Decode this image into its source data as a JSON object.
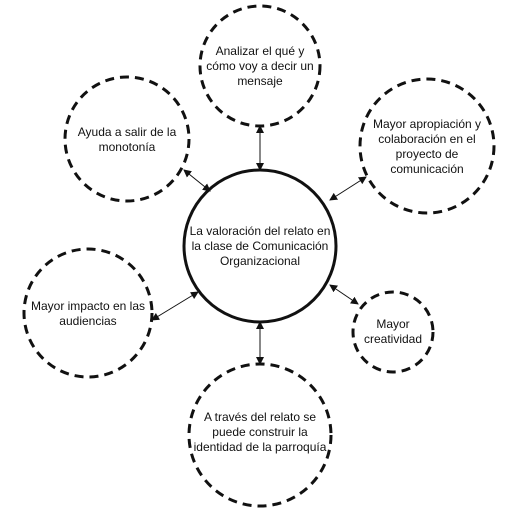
{
  "center": {
    "text": "La valoración del relato en\nla clase de Comunicación\nOrganizacional"
  },
  "nodes": [
    {
      "id": "top",
      "text": "Analizar el qué y\ncómo voy a decir un\nmensaje"
    },
    {
      "id": "upper-left",
      "text": "Ayuda a salir de la\nmonotonía"
    },
    {
      "id": "upper-right",
      "text": "Mayor apropiación y\ncolaboración  en el\nproyecto de\ncomunicación"
    },
    {
      "id": "left",
      "text": "Mayor impacto en las\naudiencias"
    },
    {
      "id": "right",
      "text": "Mayor\ncreatividad"
    },
    {
      "id": "bottom",
      "text": "A través del relato se\npuede construir la\nidentidad de la parroquía"
    }
  ],
  "colors": {
    "stroke": "#111111",
    "text": "#111111",
    "background": "#ffffff"
  }
}
